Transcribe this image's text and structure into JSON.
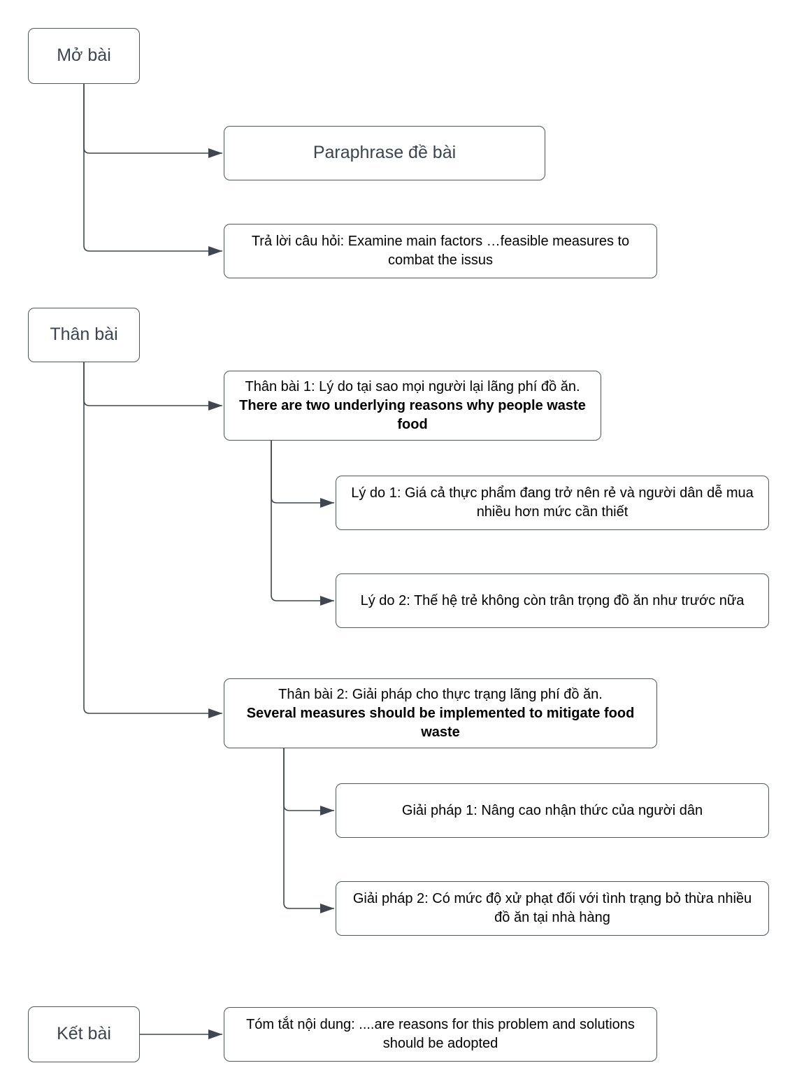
{
  "diagram": {
    "type": "essay-outline-flowchart",
    "colors": {
      "background": "#ffffff",
      "box_border": "#4d5560",
      "connector_line": "#3f4650",
      "heading_text": "#3a4452",
      "content_text": "#000000"
    },
    "nodes": {
      "mo_bai": {
        "label": "Mở bài"
      },
      "paraphrase": {
        "label": "Paraphrase đề bài"
      },
      "tra_loi": {
        "label": "Trả lời câu hỏi: Examine main factors …feasible measures to combat the issus"
      },
      "than_bai": {
        "label": "Thân bài"
      },
      "than_bai_1": {
        "line1": "Thân bài 1: Lý do tại sao mọi người lại lãng phí đồ ăn.",
        "line2_bold": "There are two underlying reasons why people waste food"
      },
      "ly_do_1": {
        "label": "Lý do 1: Giá cả thực phẩm đang trở nên rẻ và người dân dễ mua nhiều hơn mức cần thiết"
      },
      "ly_do_2": {
        "label": "Lý do 2: Thế hệ trẻ không còn trân trọng đồ ăn như trước nữa"
      },
      "than_bai_2": {
        "line1": "Thân bài 2: Giải pháp cho thực trạng lãng phí đồ ăn.",
        "line2_bold": "Several measures should be implemented to mitigate food waste"
      },
      "giai_phap_1": {
        "label": "Giải pháp 1: Nâng cao nhận thức của người dân"
      },
      "giai_phap_2": {
        "label": "Giải pháp 2: Có mức độ xử phạt đối với tình trạng bỏ thừa nhiều đồ ăn tại nhà hàng"
      },
      "ket_bai": {
        "label": "Kết bài"
      },
      "tom_tat": {
        "label": "Tóm tắt nội dung: ....are reasons for this problem and solutions should be adopted"
      }
    },
    "edges": [
      "mo_bai -> paraphrase",
      "mo_bai -> tra_loi",
      "than_bai -> than_bai_1",
      "than_bai -> than_bai_2",
      "than_bai_1 -> ly_do_1",
      "than_bai_1 -> ly_do_2",
      "than_bai_2 -> giai_phap_1",
      "than_bai_2 -> giai_phap_2",
      "ket_bai -> tom_tat"
    ]
  }
}
